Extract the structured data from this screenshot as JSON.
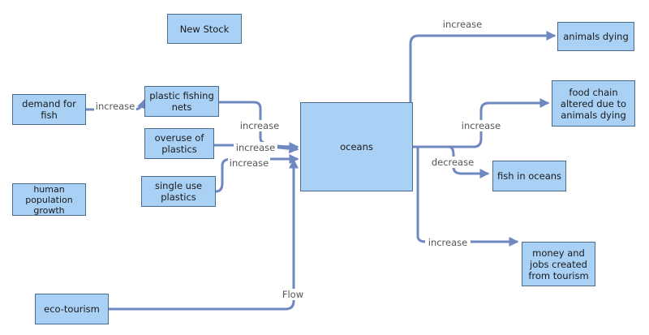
{
  "diagram": {
    "nodes": {
      "new_stock": "New Stock",
      "demand": "demand for fish",
      "nets": "plastic fishing nets",
      "overuse": "overuse of plastics",
      "single_use": "single use plastics",
      "human": "human population growth",
      "eco": "eco-tourism",
      "oceans": "oceans",
      "animals": "animals dying",
      "food_chain": "food chain altered due to animals dying",
      "fish": "fish in oceans",
      "money": "money and jobs created from tourism"
    },
    "edges": [
      {
        "from": "demand",
        "to": "nets",
        "label": "increase"
      },
      {
        "from": "nets",
        "to": "oceans",
        "label": "increase"
      },
      {
        "from": "overuse",
        "to": "oceans",
        "label": "increase"
      },
      {
        "from": "single_use",
        "to": "oceans",
        "label": "increase"
      },
      {
        "from": "eco",
        "to": "oceans",
        "label": "Flow"
      },
      {
        "from": "oceans",
        "to": "animals",
        "label": "increase"
      },
      {
        "from": "oceans",
        "to": "food_chain",
        "label": "increase"
      },
      {
        "from": "oceans",
        "to": "fish",
        "label": "decrease"
      },
      {
        "from": "oceans",
        "to": "money",
        "label": "increase"
      }
    ],
    "colors": {
      "node_fill": "#a9d0f5",
      "node_border": "#4a6b8a",
      "edge": "#6f88c0"
    }
  }
}
